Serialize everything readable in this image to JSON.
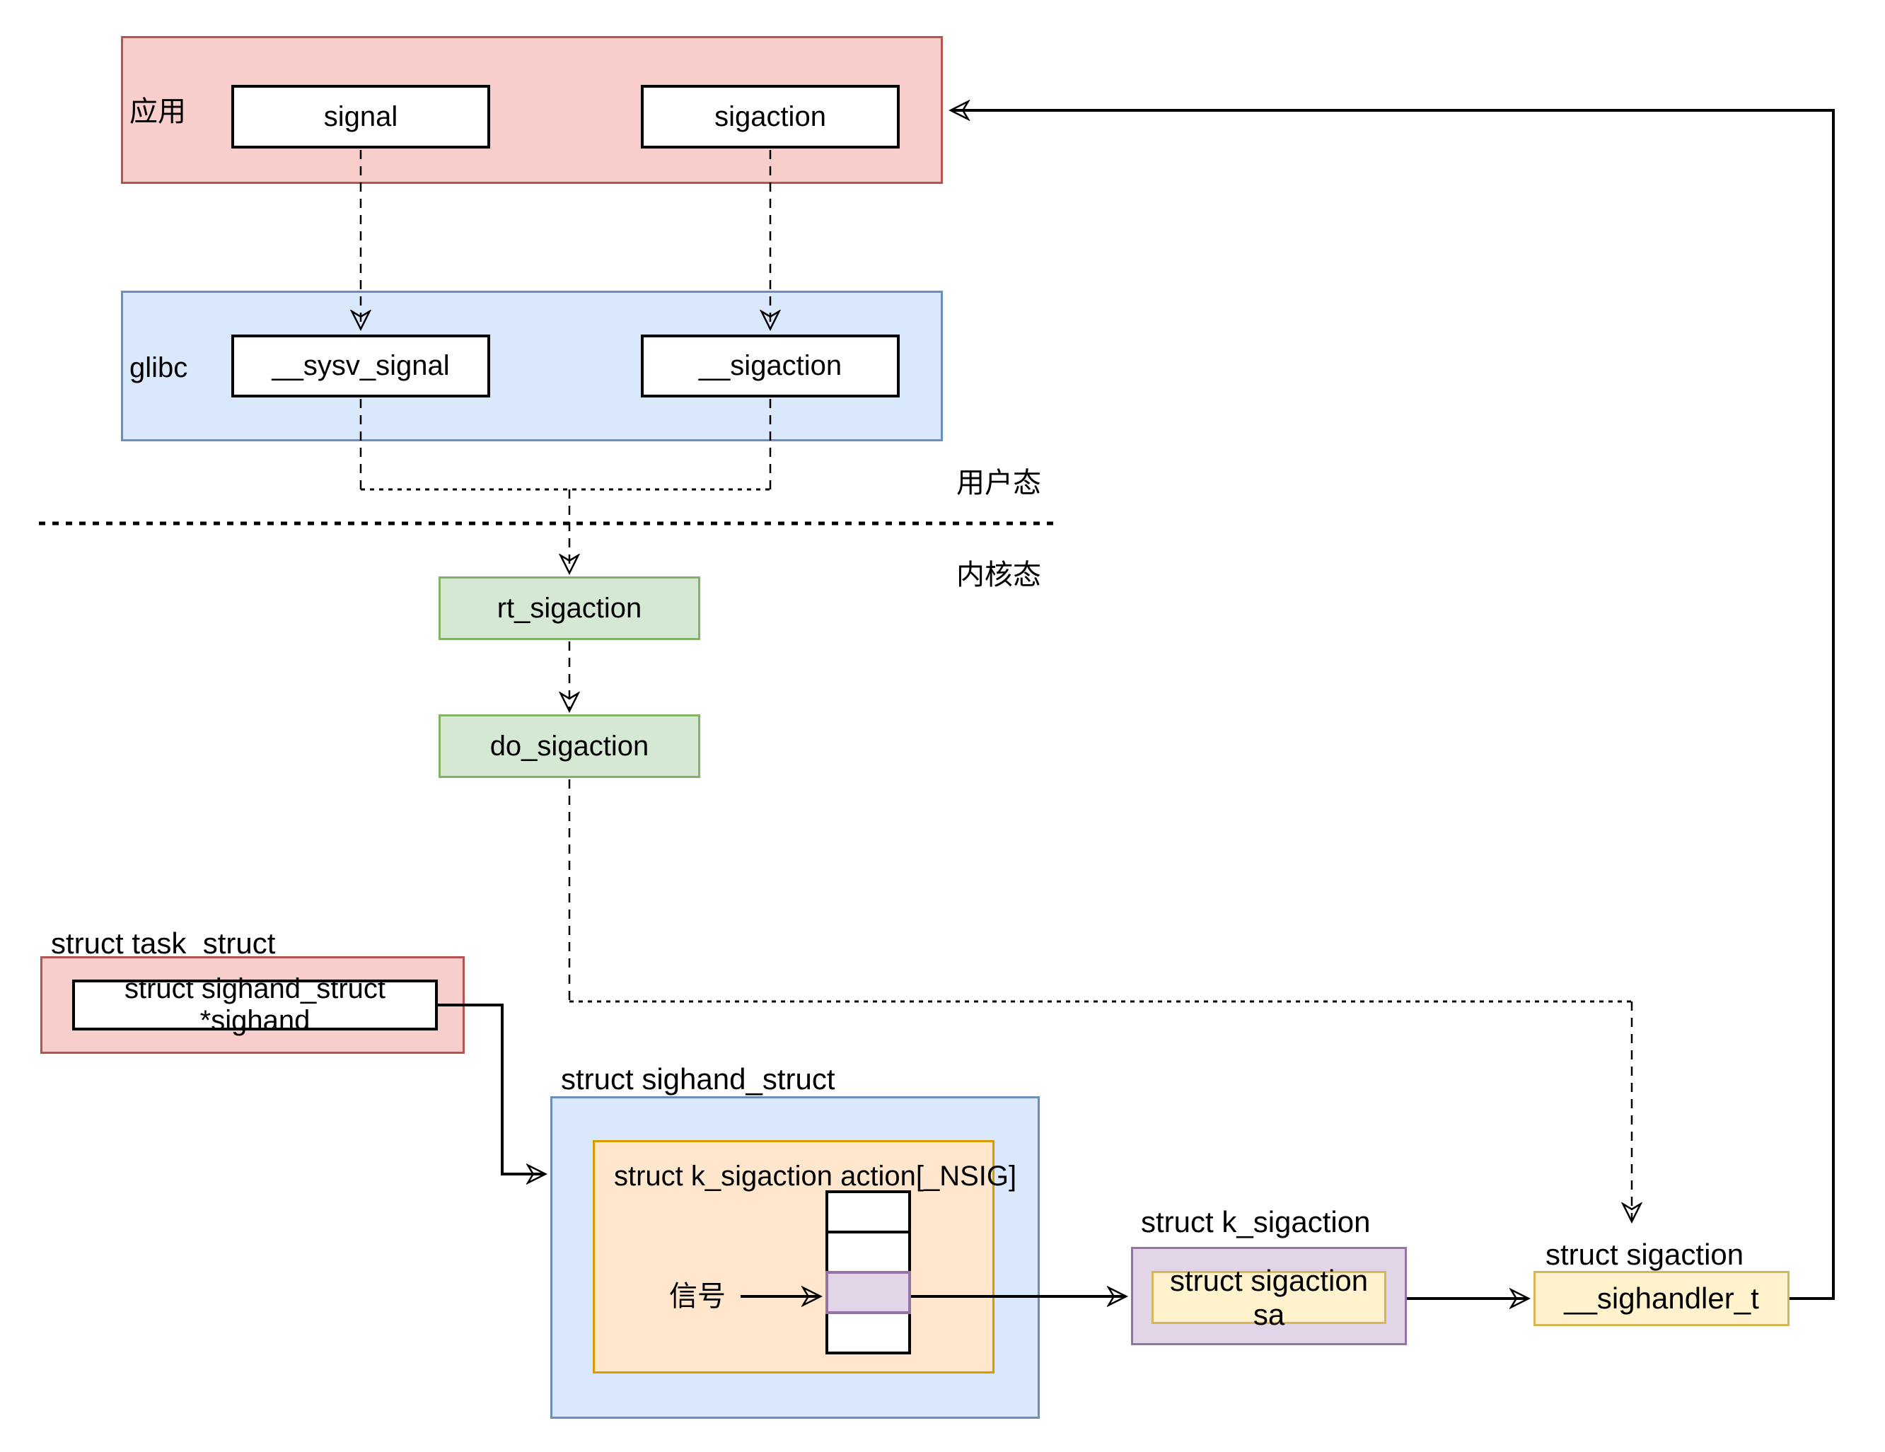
{
  "app_layer": {
    "label": "应用",
    "boxes": [
      {
        "label": "signal"
      },
      {
        "label": "sigaction"
      }
    ]
  },
  "glibc_layer": {
    "label": "glibc",
    "boxes": [
      {
        "label": "__sysv_signal"
      },
      {
        "label": "__sigaction"
      }
    ]
  },
  "boundary": {
    "user_label": "用户态",
    "kernel_label": "内核态"
  },
  "kernel_funcs": {
    "rt_sigaction": "rt_sigaction",
    "do_sigaction": "do_sigaction"
  },
  "task_struct": {
    "title": "struct task_struct",
    "field": "struct sighand_struct *sighand"
  },
  "sighand_struct": {
    "title": "struct sighand_struct",
    "array_label": "struct k_sigaction action[_NSIG]",
    "signal_label": "信号",
    "array_cells": 4,
    "highlighted_cell_index": 2
  },
  "k_sigaction": {
    "title": "struct k_sigaction",
    "field": "struct sigaction sa"
  },
  "sigaction_struct": {
    "title": "struct sigaction",
    "field": "__sighandler_t"
  },
  "colors": {
    "red_fill": "#F8CECC",
    "red_border": "#B85450",
    "blue_fill": "#DAE8FC",
    "blue_border": "#6C8EBF",
    "green_fill": "#D5E8D4",
    "green_border": "#82B366",
    "orange_fill": "#FFE6CC",
    "orange_border": "#D79B00",
    "purple_fill": "#E1D5E7",
    "purple_border": "#9673A6",
    "yellow_fill": "#FFF2CC",
    "yellow_border": "#D6B656",
    "line": "#000000"
  }
}
